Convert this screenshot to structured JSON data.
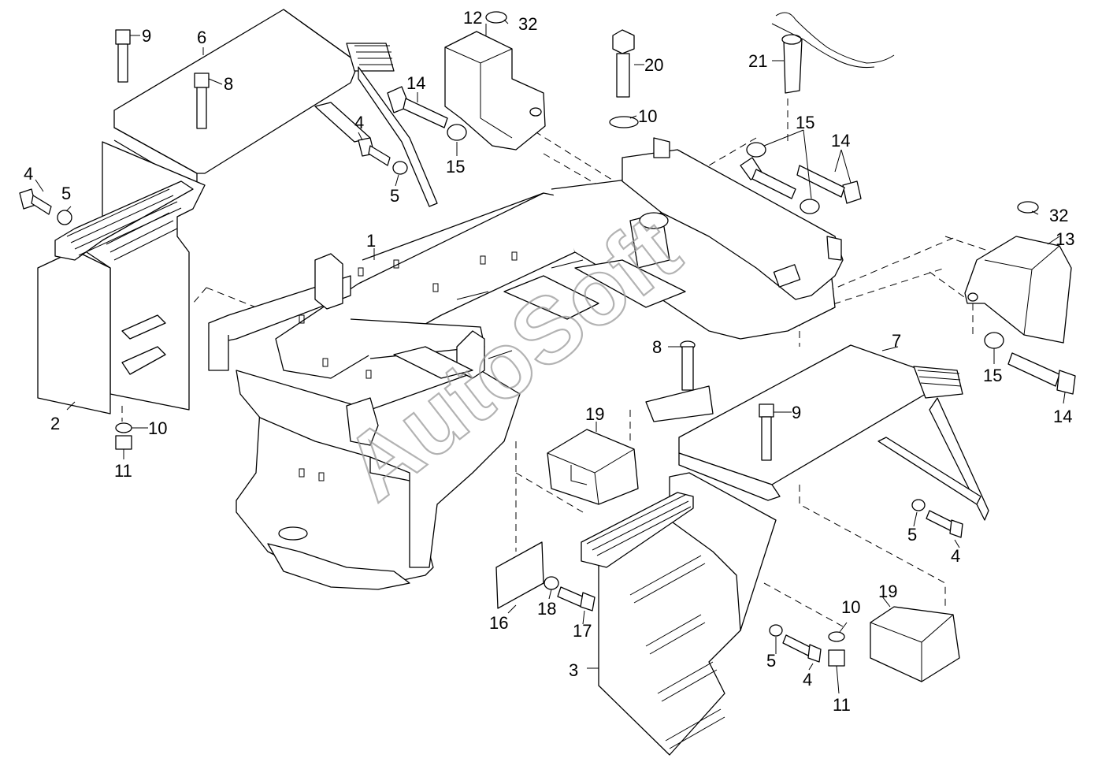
{
  "watermark": "AutoSoft",
  "callouts": [
    {
      "id": "c1",
      "label": "1"
    },
    {
      "id": "c2",
      "label": "2"
    },
    {
      "id": "c3",
      "label": "3"
    },
    {
      "id": "c4a",
      "label": "4"
    },
    {
      "id": "c4b",
      "label": "4"
    },
    {
      "id": "c4c",
      "label": "4"
    },
    {
      "id": "c4d",
      "label": "4"
    },
    {
      "id": "c5a",
      "label": "5"
    },
    {
      "id": "c5b",
      "label": "5"
    },
    {
      "id": "c5c",
      "label": "5"
    },
    {
      "id": "c5d",
      "label": "5"
    },
    {
      "id": "c6",
      "label": "6"
    },
    {
      "id": "c7",
      "label": "7"
    },
    {
      "id": "c8a",
      "label": "8"
    },
    {
      "id": "c8b",
      "label": "8"
    },
    {
      "id": "c9a",
      "label": "9"
    },
    {
      "id": "c9b",
      "label": "9"
    },
    {
      "id": "c10a",
      "label": "10"
    },
    {
      "id": "c10b",
      "label": "10"
    },
    {
      "id": "c10c",
      "label": "10"
    },
    {
      "id": "c11a",
      "label": "11"
    },
    {
      "id": "c11b",
      "label": "11"
    },
    {
      "id": "c12",
      "label": "12"
    },
    {
      "id": "c13",
      "label": "13"
    },
    {
      "id": "c14a",
      "label": "14"
    },
    {
      "id": "c14b",
      "label": "14"
    },
    {
      "id": "c14c",
      "label": "14"
    },
    {
      "id": "c15a",
      "label": "15"
    },
    {
      "id": "c15b",
      "label": "15"
    },
    {
      "id": "c15c",
      "label": "15"
    },
    {
      "id": "c16",
      "label": "16"
    },
    {
      "id": "c17",
      "label": "17"
    },
    {
      "id": "c18",
      "label": "18"
    },
    {
      "id": "c19a",
      "label": "19"
    },
    {
      "id": "c19b",
      "label": "19"
    },
    {
      "id": "c20",
      "label": "20"
    },
    {
      "id": "c21",
      "label": "21"
    },
    {
      "id": "c32a",
      "label": "32"
    },
    {
      "id": "c32b",
      "label": "32"
    }
  ]
}
